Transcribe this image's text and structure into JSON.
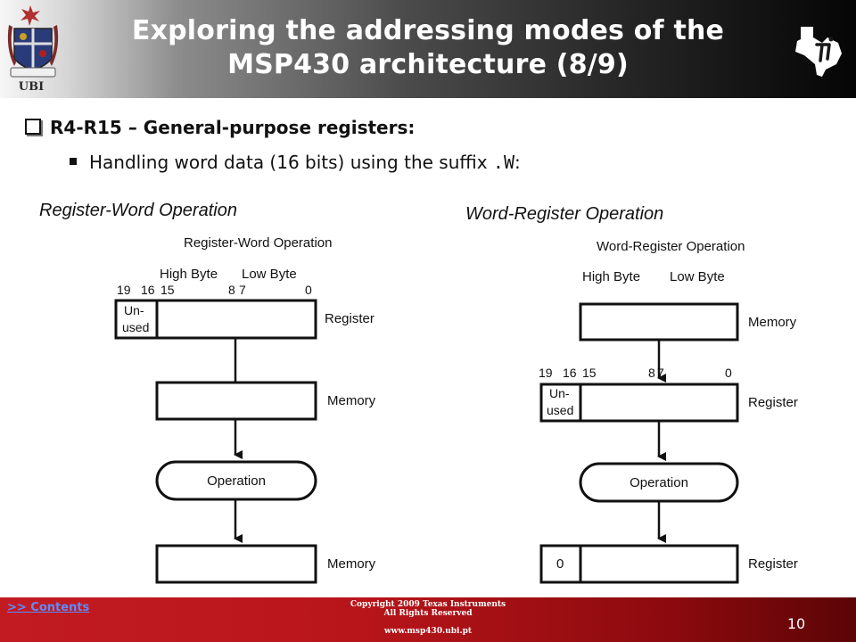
{
  "header": {
    "title_line1": "Exploring the addressing modes of the",
    "title_line2": "MSP430 architecture  (8/9)",
    "university_label": "UBI"
  },
  "content": {
    "bullet1": "R4-R15 – General-purpose registers:",
    "bullet2_prefix": "Handling word data (16 bits) using the suffix ",
    "bullet2_code": ".W",
    "bullet2_suffix": ":"
  },
  "diagram_left": {
    "heading": "Register-Word Operation",
    "subheading": "Register-Word Operation",
    "high_byte": "High Byte",
    "low_byte": "Low Byte",
    "bit_19": "19",
    "bit_16": "16",
    "bit_15": "15",
    "bit_8": "8",
    "bit_7": "7",
    "bit_0": "0",
    "unused_line1": "Un-",
    "unused_line2": "used",
    "label_register": "Register",
    "label_memory_1": "Memory",
    "operation": "Operation",
    "label_memory_2": "Memory"
  },
  "diagram_right": {
    "heading": "Word-Register Operation",
    "subheading": "Word-Register Operation",
    "high_byte": "High Byte",
    "low_byte": "Low Byte",
    "label_memory": "Memory",
    "bit_19": "19",
    "bit_16": "16",
    "bit_15": "15",
    "bit_8": "8",
    "bit_7": "7",
    "bit_0": "0",
    "unused_line1": "Un-",
    "unused_line2": "used",
    "label_register_1": "Register",
    "operation": "Operation",
    "zero_value": "0",
    "label_register_2": "Register"
  },
  "footer": {
    "contents_link": ">> Contents",
    "copyright_line1": "Copyright  2009 Texas Instruments",
    "copyright_line2": "All Rights Reserved",
    "url": "www.msp430.ubi.pt",
    "page_number": "10"
  },
  "colors": {
    "footer_red": "#c21c22",
    "link_blue": "#5c8cff",
    "header_dark": "#1a1a1a"
  }
}
